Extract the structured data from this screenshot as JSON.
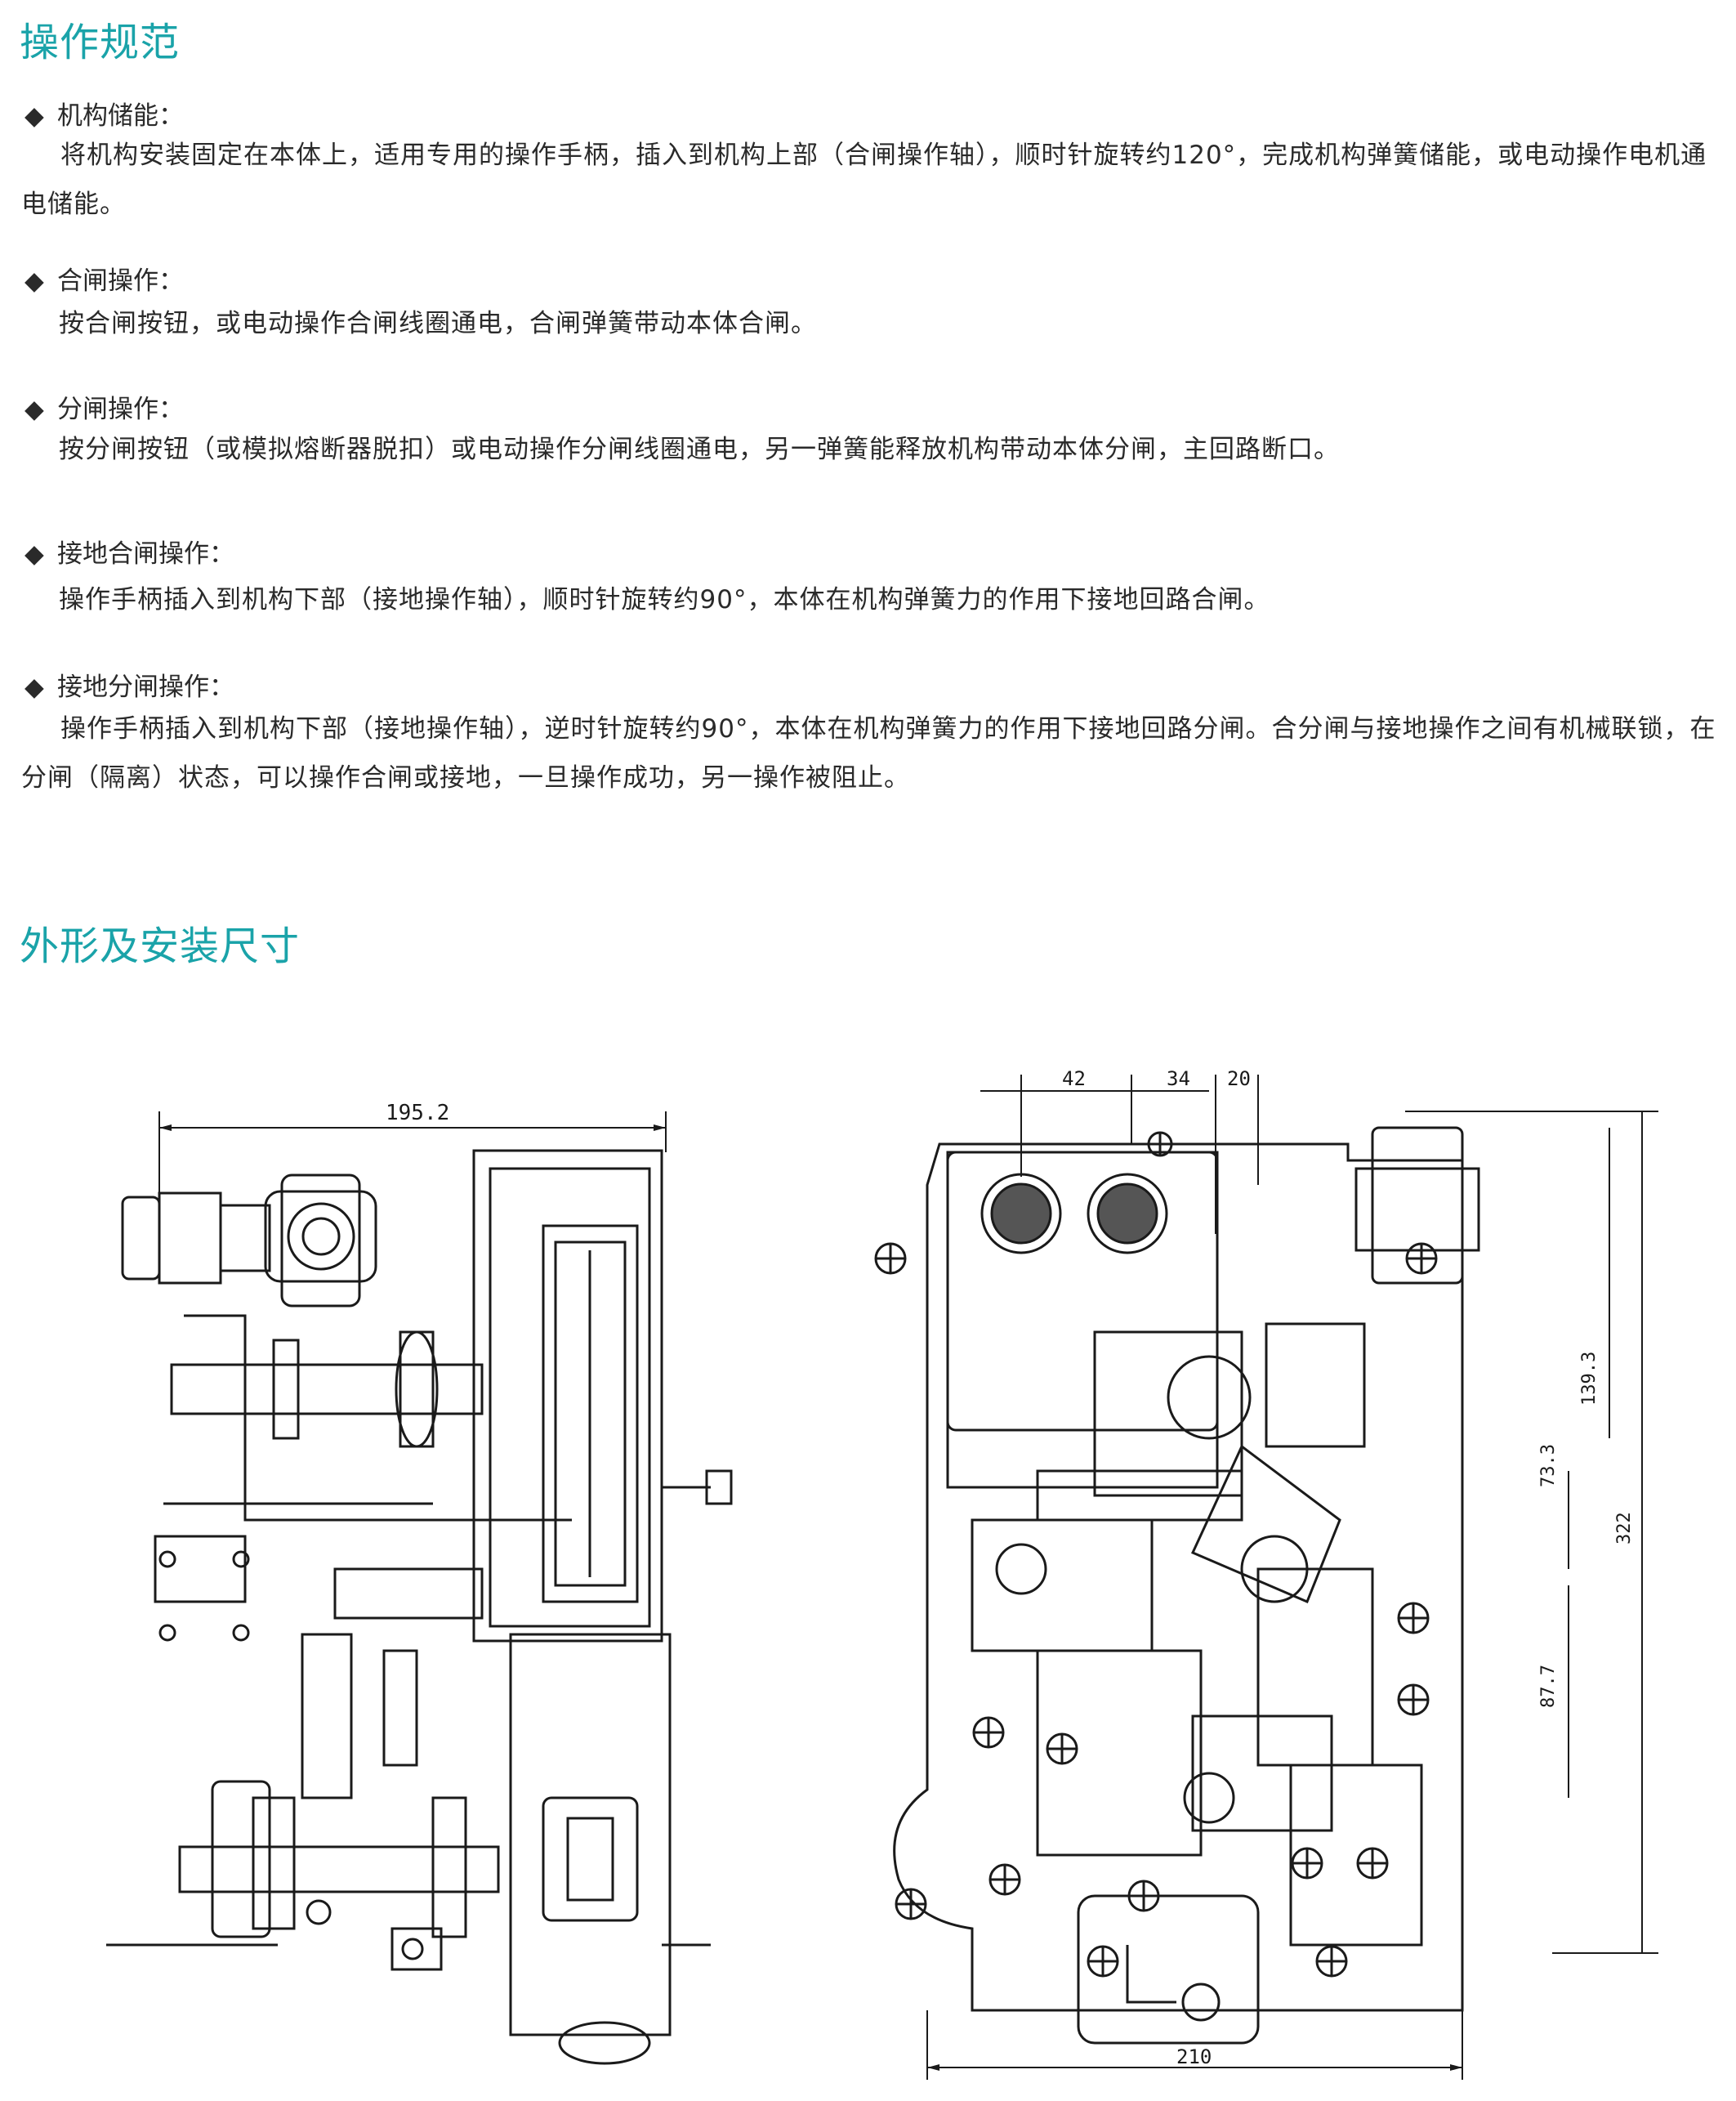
{
  "section1": {
    "title": "操作规范",
    "items": [
      {
        "heading": "机构储能：",
        "text": "将机构安装固定在本体上，适用专用的操作手柄，插入到机构上部（合闸操作轴），顺时针旋转约120°，完成机构弹簧储能，或电动操作电机通电储能。"
      },
      {
        "heading": "合闸操作：",
        "text": "按合闸按钮，或电动操作合闸线圈通电，合闸弹簧带动本体合闸。"
      },
      {
        "heading": "分闸操作：",
        "text": "按分闸按钮（或模拟熔断器脱扣）或电动操作分闸线圈通电，另一弹簧能释放机构带动本体分闸，主回路断口。"
      },
      {
        "heading": "接地合闸操作：",
        "text": "操作手柄插入到机构下部（接地操作轴），顺时针旋转约90°，本体在机构弹簧力的作用下接地回路合闸。"
      },
      {
        "heading": "接地分闸操作：",
        "text": "操作手柄插入到机构下部（接地操作轴），逆时针旋转约90°，本体在机构弹簧力的作用下接地回路分闸。合分闸与接地操作之间有机械联锁，在分闸（隔离）状态，可以操作合闸或接地，一旦操作成功，另一操作被阻止。"
      }
    ]
  },
  "section2": {
    "title": "外形及安装尺寸"
  },
  "drawing_left": {
    "dim_width": "195.2"
  },
  "drawing_right": {
    "dim_top": [
      "42",
      "34",
      "20"
    ],
    "dim_bottom": "210",
    "dim_right": [
      "139.3",
      "73.3",
      "87.7",
      "322"
    ]
  },
  "bullet_symbol": "◆",
  "colors": {
    "heading": "#1aa3a9",
    "text": "#2a2a2a",
    "line": "#1a1a1a"
  }
}
